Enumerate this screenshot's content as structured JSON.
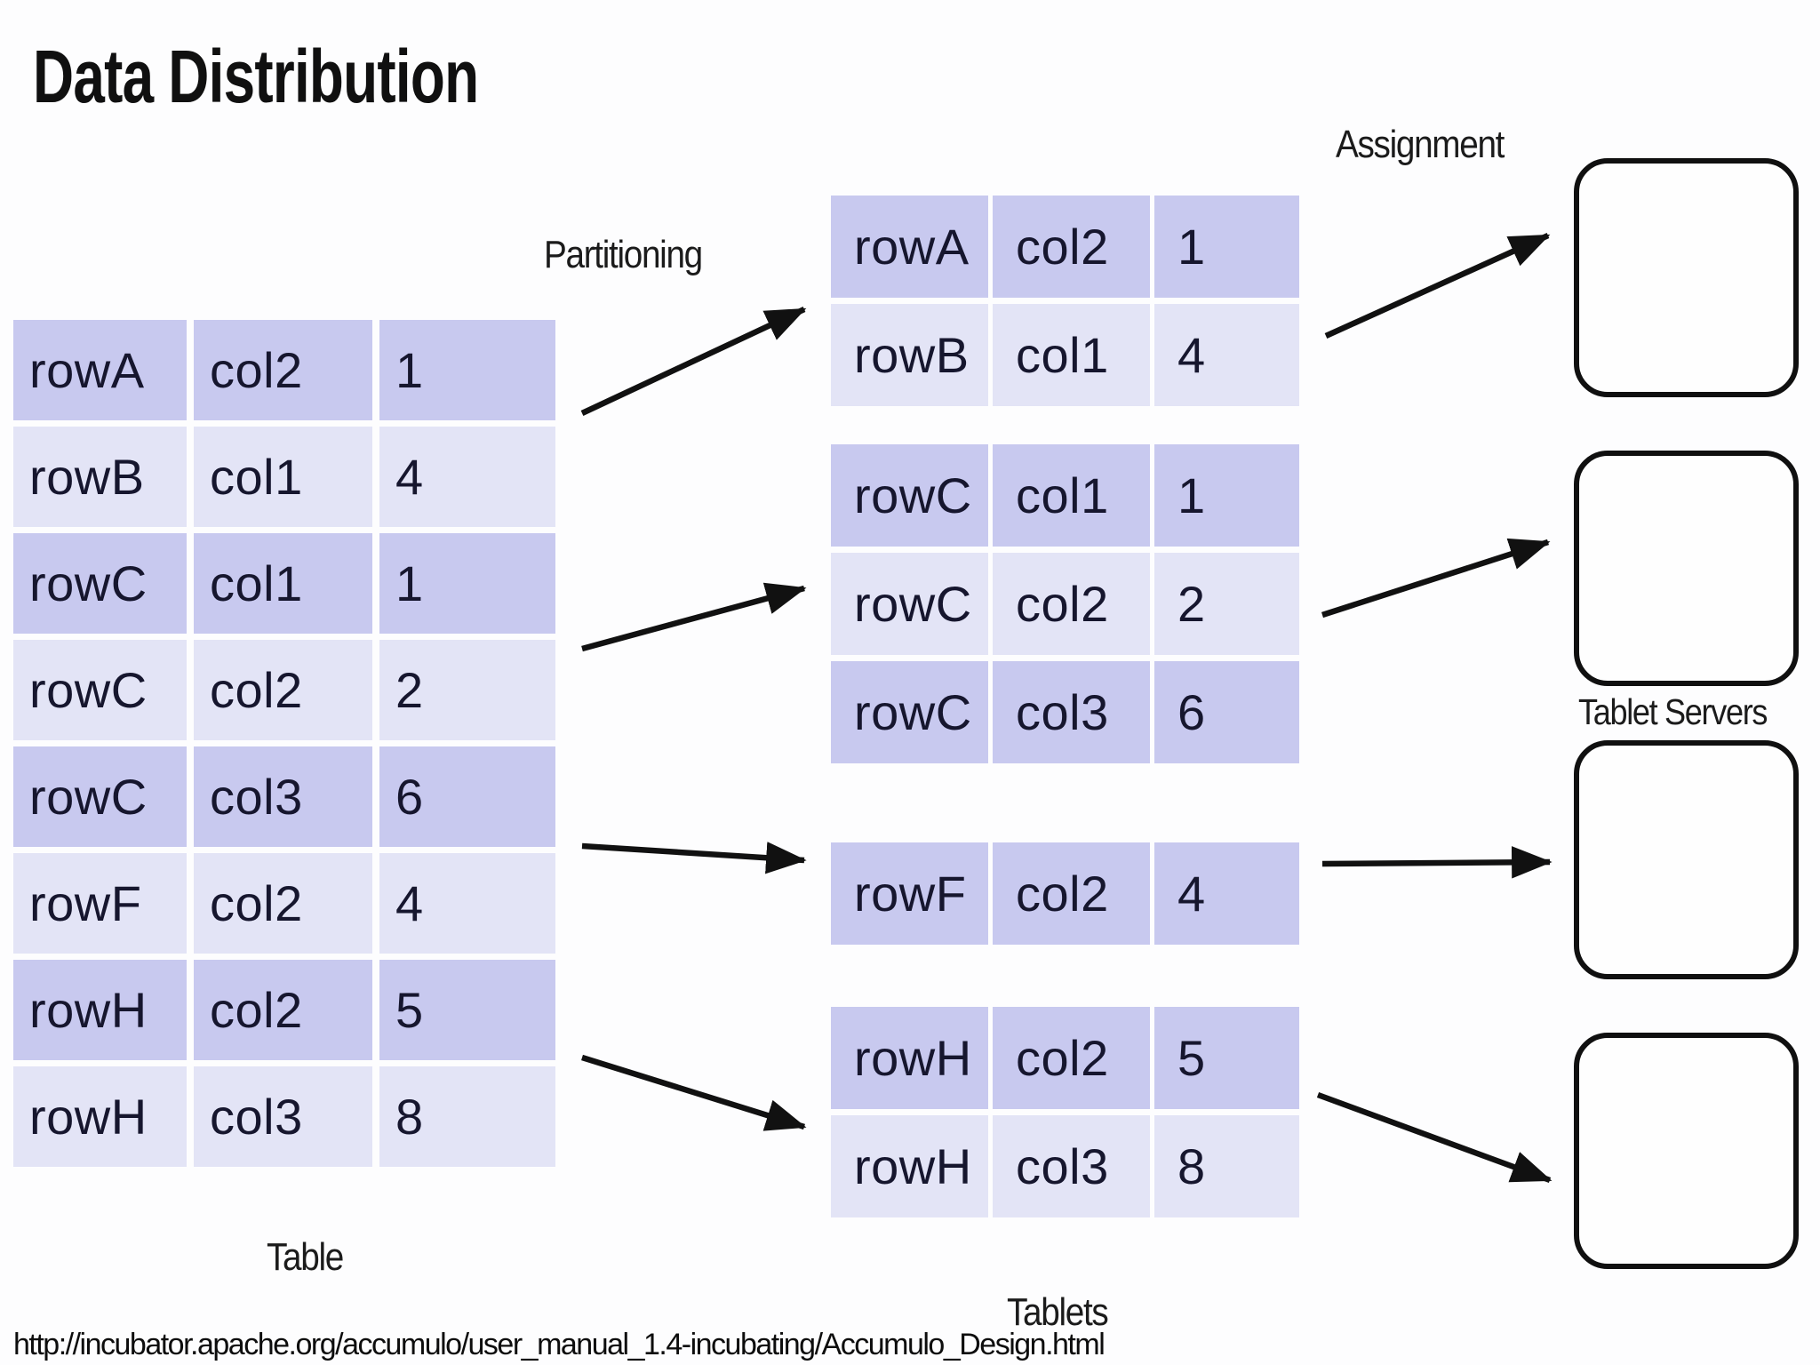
{
  "title": "Data Distribution",
  "labels": {
    "partitioning": "Partitioning",
    "assignment": "Assignment",
    "table_caption": "Table",
    "tablets_caption": "Tablets",
    "tablet_servers_caption": "Tablet Servers"
  },
  "source_url": "http://incubator.apache.org/accumulo/user_manual_1.4-incubating/Accumulo_Design.html",
  "colors": {
    "row_dark": "#c8c9ef",
    "row_light": "#e3e4f6",
    "cell_text": "#16162e",
    "label_text": "#1b1b1b",
    "arrow": "#111111",
    "box_border": "#101010"
  },
  "main_table": {
    "rows": [
      {
        "row": "rowA",
        "col": "col2",
        "value": "1"
      },
      {
        "row": "rowB",
        "col": "col1",
        "value": "4"
      },
      {
        "row": "rowC",
        "col": "col1",
        "value": "1"
      },
      {
        "row": "rowC",
        "col": "col2",
        "value": "2"
      },
      {
        "row": "rowC",
        "col": "col3",
        "value": "6"
      },
      {
        "row": "rowF",
        "col": "col2",
        "value": "4"
      },
      {
        "row": "rowH",
        "col": "col2",
        "value": "5"
      },
      {
        "row": "rowH",
        "col": "col3",
        "value": "8"
      }
    ]
  },
  "tablets": [
    {
      "rows": [
        {
          "row": "rowA",
          "col": "col2",
          "value": "1"
        },
        {
          "row": "rowB",
          "col": "col1",
          "value": "4"
        }
      ]
    },
    {
      "rows": [
        {
          "row": "rowC",
          "col": "col1",
          "value": "1"
        },
        {
          "row": "rowC",
          "col": "col2",
          "value": "2"
        },
        {
          "row": "rowC",
          "col": "col3",
          "value": "6"
        }
      ]
    },
    {
      "rows": [
        {
          "row": "rowF",
          "col": "col2",
          "value": "4"
        }
      ]
    },
    {
      "rows": [
        {
          "row": "rowH",
          "col": "col2",
          "value": "5"
        },
        {
          "row": "rowH",
          "col": "col3",
          "value": "8"
        }
      ]
    }
  ],
  "tablet_servers_count": 4
}
